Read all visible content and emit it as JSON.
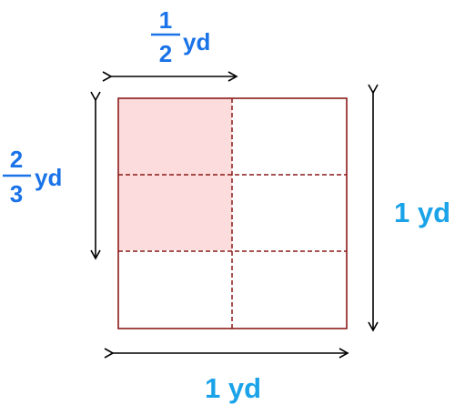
{
  "labels": {
    "top_fraction_numerator": "1",
    "top_fraction_denominator": "2",
    "top_unit": "yd",
    "left_fraction_numerator": "2",
    "left_fraction_denominator": "3",
    "left_unit": "yd",
    "right_label": "1 yd",
    "bottom_label": "1 yd"
  },
  "grid": {
    "columns": 2,
    "rows": 3,
    "shaded_columns": 1,
    "shaded_rows": 2
  },
  "colors": {
    "square_border": "#8b1a1a",
    "dashed_lines": "#8b1a1a",
    "shaded_fill": "#fcdcdc",
    "fraction_text": "#1a73e8",
    "unit_text": "#1aa3e8",
    "arrows": "#000000"
  }
}
